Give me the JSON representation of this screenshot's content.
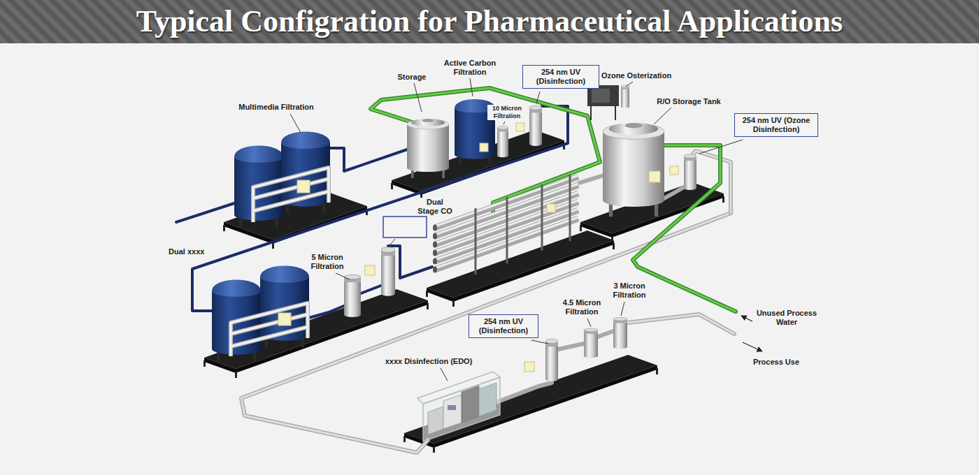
{
  "diagram": {
    "title": "Typical Configration for Pharmaceutical Applications",
    "nodes": [
      {
        "text": [
          "254 nm UV (Disinfection)"
        ]
      },
      {
        "text": [
          "254 nm UV (Ozone Disinfection)"
        ]
      },
      {
        "text": [
          "254 nm UV (Disinfection)"
        ]
      }
    ],
    "labels": [
      "Multimedia Filtration",
      "Storage",
      "Active Carbon Filtration",
      "10 Micron Filtration",
      "Ozone Osterization",
      "R/O Storage Tank",
      "Dual Stage CO",
      "Dual xxxx",
      "5 Micron Filtration",
      "4.5 Micron Filtration",
      "3 Micron Filtration",
      "xxxx Disinfection (EDO)",
      "Unused Process Water",
      "Process Use"
    ]
  }
}
